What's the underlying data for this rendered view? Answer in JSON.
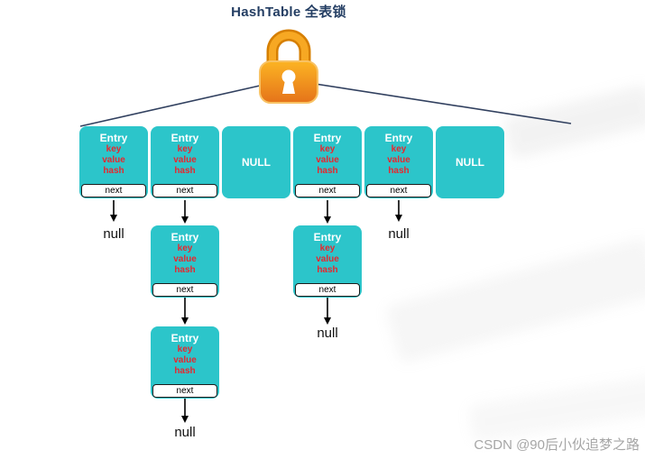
{
  "title": "HashTable 全表锁",
  "colors": {
    "cell_teal": "#2cc5ca",
    "title_navy": "#243e63",
    "field_red": "#e8262d",
    "roof_line": "#31405f",
    "lock_orange": "#f7a823"
  },
  "array": {
    "cells": [
      {
        "kind": "entry",
        "title": "Entry",
        "key": "key",
        "value": "value",
        "hash": "hash",
        "next": "next"
      },
      {
        "kind": "entry",
        "title": "Entry",
        "key": "key",
        "value": "value",
        "hash": "hash",
        "next": "next"
      },
      {
        "kind": "null",
        "label": "NULL"
      },
      {
        "kind": "entry",
        "title": "Entry",
        "key": "key",
        "value": "value",
        "hash": "hash",
        "next": "next"
      },
      {
        "kind": "entry",
        "title": "Entry",
        "key": "key",
        "value": "value",
        "hash": "hash",
        "next": "next"
      },
      {
        "kind": "null",
        "label": "NULL"
      }
    ]
  },
  "chains": {
    "bucket0": {
      "terminal": "null"
    },
    "bucket1": {
      "nodes": [
        {
          "title": "Entry",
          "key": "key",
          "value": "value",
          "hash": "hash",
          "next": "next"
        },
        {
          "title": "Entry",
          "key": "key",
          "value": "value",
          "hash": "hash",
          "next": "next"
        }
      ],
      "terminal": "null"
    },
    "bucket3": {
      "nodes": [
        {
          "title": "Entry",
          "key": "key",
          "value": "value",
          "hash": "hash",
          "next": "next"
        }
      ],
      "terminal": "null"
    },
    "bucket4": {
      "terminal": "null"
    }
  },
  "watermark": "CSDN @90后小伙追梦之路"
}
